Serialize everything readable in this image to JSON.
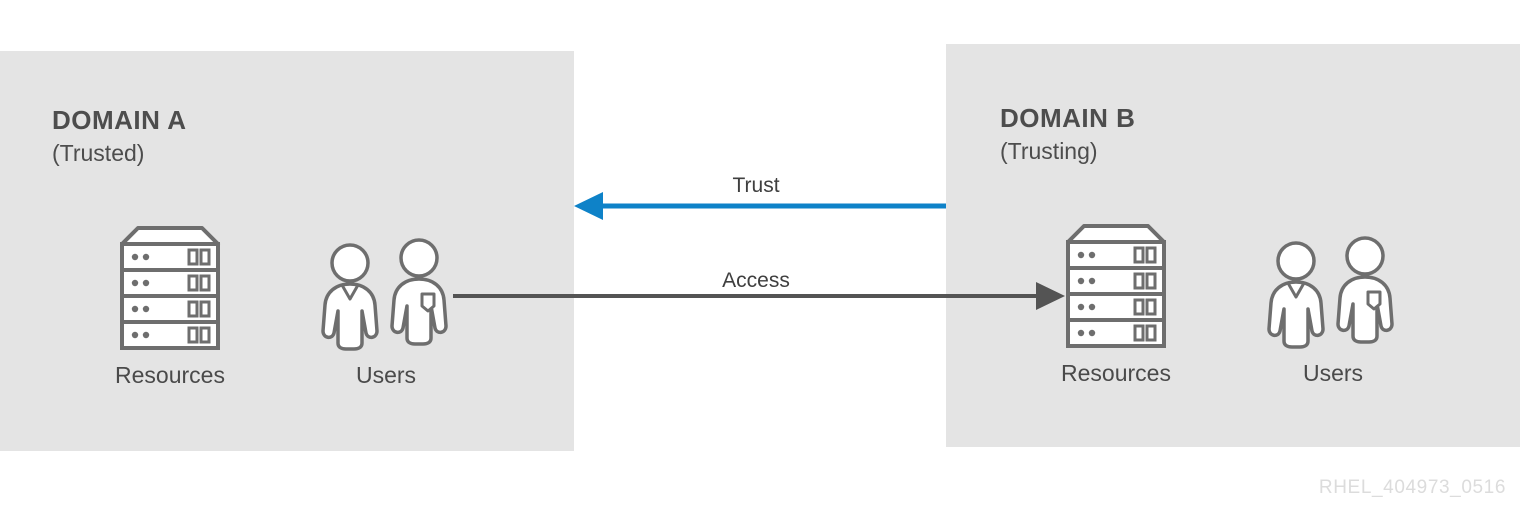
{
  "diagram": {
    "title_context": "Active Directory domain trust direction diagram",
    "watermark": "RHEL_404973_0516",
    "colors": {
      "panel_background": "#e4e4e4",
      "page_background": "#ffffff",
      "trust_arrow": "#0e82c8",
      "access_arrow": "#545454",
      "icon_stroke": "#6e6e6e",
      "text": "#4d4d4d",
      "watermark": "#dcdcdc"
    },
    "panels": [
      {
        "id": "domain-a",
        "title": "DOMAIN A",
        "subtitle": "(Trusted)",
        "resources_label": "Resources",
        "users_label": "Users",
        "resources_icon": "server-rack-icon",
        "users_icon": "users-icon"
      },
      {
        "id": "domain-b",
        "title": "DOMAIN B",
        "subtitle": "(Trusting)",
        "resources_label": "Resources",
        "users_label": "Users",
        "resources_icon": "server-rack-icon",
        "users_icon": "users-icon"
      }
    ],
    "arrows": [
      {
        "id": "trust-arrow",
        "label": "Trust",
        "direction": "right-to-left",
        "from": "domain-b",
        "to": "domain-a",
        "color": "#0e82c8"
      },
      {
        "id": "access-arrow",
        "label": "Access",
        "direction": "left-to-right",
        "from": "domain-a-users",
        "to": "domain-b-resources",
        "color": "#545454"
      }
    ],
    "server_rack": {
      "unit_count": 4,
      "dots_per_unit": 2,
      "bays_per_unit": 2
    },
    "users_group": {
      "person_count": 2,
      "left_person_detail": "v-neck",
      "right_person_detail": "chest-pocket"
    }
  }
}
